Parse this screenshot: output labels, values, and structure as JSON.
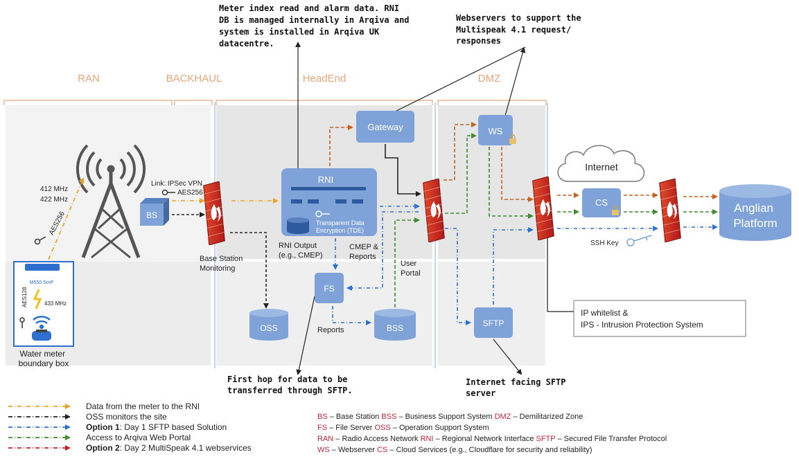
{
  "zones": {
    "ran": "RAN",
    "backhaul": "BACKHAUL",
    "headend": "HeadEnd",
    "dmz": "DMZ"
  },
  "callouts": {
    "meter_index": [
      "Meter index read and alarm data. RNI",
      "DB is managed internally in Arqiva and",
      "system is installed in Arqiva UK",
      "datacentre."
    ],
    "webservers": [
      "Webservers to support the",
      "Multispeak 4.1 request/",
      "responses"
    ],
    "first_hop": [
      "First hop for data to be",
      "transferred through SFTP."
    ],
    "internet_sftp": [
      "Internet facing SFTP",
      "server"
    ],
    "ip_whitelist": [
      "IP whitelist &",
      "IPS - Intrusion  Protection System"
    ]
  },
  "nodes": {
    "gateway": "Gateway",
    "rni": "RNI",
    "tde": [
      "Transparent Data",
      "Encryption (TDE)"
    ],
    "ws": "WS",
    "internet": "Internet",
    "cs": "CS",
    "anglian": [
      "Anglian",
      "Platform"
    ],
    "bs": "BS",
    "fs": "FS",
    "oss": "OSS",
    "bss": "BSS",
    "sftp": "SFTP"
  },
  "labels": {
    "freq1": "412 MHz",
    "freq2": "422 MHz",
    "aes256": "AES256",
    "link": [
      "Link: IPSec VPN",
      "AES256"
    ],
    "base_station_monitoring": [
      "Base Station",
      "Monitoring"
    ],
    "rni_output": [
      "RNI Output",
      "(e.g., CMEP)"
    ],
    "cmep_reports": [
      "CMEP &",
      "Reports"
    ],
    "user_portal": [
      "User",
      "Portal"
    ],
    "reports": "Reports",
    "ssh_key": "SSH Key",
    "meter_model": "M550 SmP",
    "aes128": "AES128",
    "freq3": "433 MHz",
    "boundary": [
      "Water meter",
      "boundary box"
    ]
  },
  "legend_lines": [
    {
      "color": "#f0a020",
      "prefix": "",
      "text": "Data from the meter to the RNI"
    },
    {
      "color": "#222222",
      "prefix": "",
      "text": "OSS monitors  the site"
    },
    {
      "color": "#2e6fd0",
      "prefix": "Option 1",
      "text": ": Day 1 SFTP based Solution"
    },
    {
      "color": "#3e8c2e",
      "prefix": "",
      "text": "Access to Arqiva Web Portal"
    },
    {
      "color": "#c8201e",
      "prefix": "Option 2",
      "text": ": Day 2  MultiSpeak 4.1 webservices"
    }
  ],
  "glossary": [
    [
      [
        "BS",
        " – Base Station "
      ],
      [
        "BSS",
        " – Business Support System  "
      ],
      [
        "DMZ",
        " – Demilitarized Zone"
      ]
    ],
    [
      [
        "FS",
        " – File Server  "
      ],
      [
        "OSS",
        " – Operation Support System"
      ]
    ],
    [
      [
        "RAN",
        " – Radio Access Network  "
      ],
      [
        "RNI",
        " – Regional Network Interface  "
      ],
      [
        "SFTP",
        " – Secured File Transfer Protocol"
      ]
    ],
    [
      [
        "WS",
        " – Webserver "
      ],
      [
        "CS",
        " – Cloud Services (e.g., Cloudflare for security and reliability)"
      ]
    ]
  ],
  "colors": {
    "zone_label": "#e8a57a",
    "node_fill": "#7fa3d8",
    "node_text": "#ffffff",
    "firewall_red": "#c8201e",
    "yellow_arrow": "#f0a020",
    "blue_arrow": "#2e6fd0",
    "green_arrow": "#3e8c2e",
    "orange_arrow": "#c8601e",
    "black_arrow": "#222222",
    "abbr": "#c0273a"
  }
}
